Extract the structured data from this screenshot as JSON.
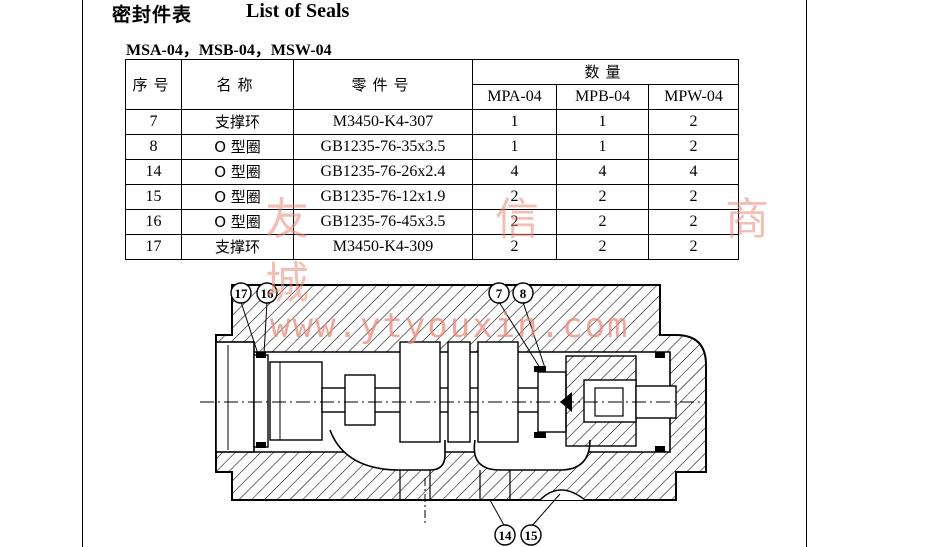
{
  "title": {
    "chinese": "密封件表",
    "english": "List of Seals"
  },
  "models": "MSA-04，MSB-04，MSW-04",
  "table": {
    "headers": {
      "no": "序号",
      "name": "名称",
      "part": "零件号",
      "qty": "数量"
    },
    "qty_columns": [
      "MPA-04",
      "MPB-04",
      "MPW-04"
    ],
    "rows": [
      {
        "no": "7",
        "name": "支撑环",
        "part": "M3450-K4-307",
        "q": [
          "1",
          "1",
          "2"
        ]
      },
      {
        "no": "8",
        "name": "O 型圈",
        "part": "GB1235-76-35x3.5",
        "q": [
          "1",
          "1",
          "2"
        ]
      },
      {
        "no": "14",
        "name": "O 型圈",
        "part": "GB1235-76-26x2.4",
        "q": [
          "4",
          "4",
          "4"
        ]
      },
      {
        "no": "15",
        "name": "O 型圈",
        "part": "GB1235-76-12x1.9",
        "q": [
          "2",
          "2",
          "2"
        ]
      },
      {
        "no": "16",
        "name": "O 型圈",
        "part": "GB1235-76-45x3.5",
        "q": [
          "2",
          "2",
          "2"
        ]
      },
      {
        "no": "17",
        "name": "支撑环",
        "part": "M3450-K4-309",
        "q": [
          "2",
          "2",
          "2"
        ]
      }
    ]
  },
  "watermark": {
    "url": "www.ytyouxin.com",
    "cn": "友 信 商 城"
  },
  "callouts": {
    "c17": "17",
    "c16": "16",
    "c7": "7",
    "c8": "8",
    "c14": "14",
    "c15": "15"
  }
}
